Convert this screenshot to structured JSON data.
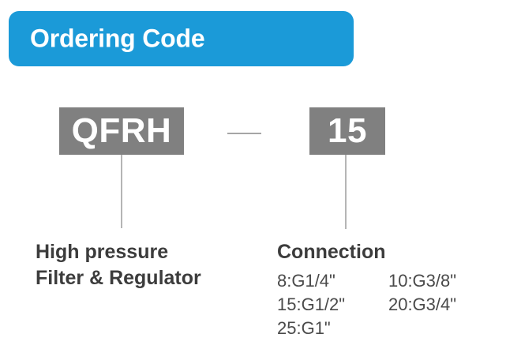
{
  "banner": {
    "title": "Ordering Code",
    "color": "#1b9ad8"
  },
  "diagram": {
    "box_color": "#808080",
    "line_color": "#b5b5b5",
    "separator": "—",
    "segments": [
      {
        "code": "QFRH",
        "heading_line_1": "High pressure",
        "heading_line_2": "Filter & Regulator"
      },
      {
        "code": "15",
        "heading": "Connection",
        "options": [
          {
            "left": "8:G1/4\"",
            "right": "10:G3/8\""
          },
          {
            "left": "15:G1/2\"",
            "right": "20:G3/4\""
          },
          {
            "left": "25:G1\"",
            "right": ""
          }
        ]
      }
    ]
  }
}
